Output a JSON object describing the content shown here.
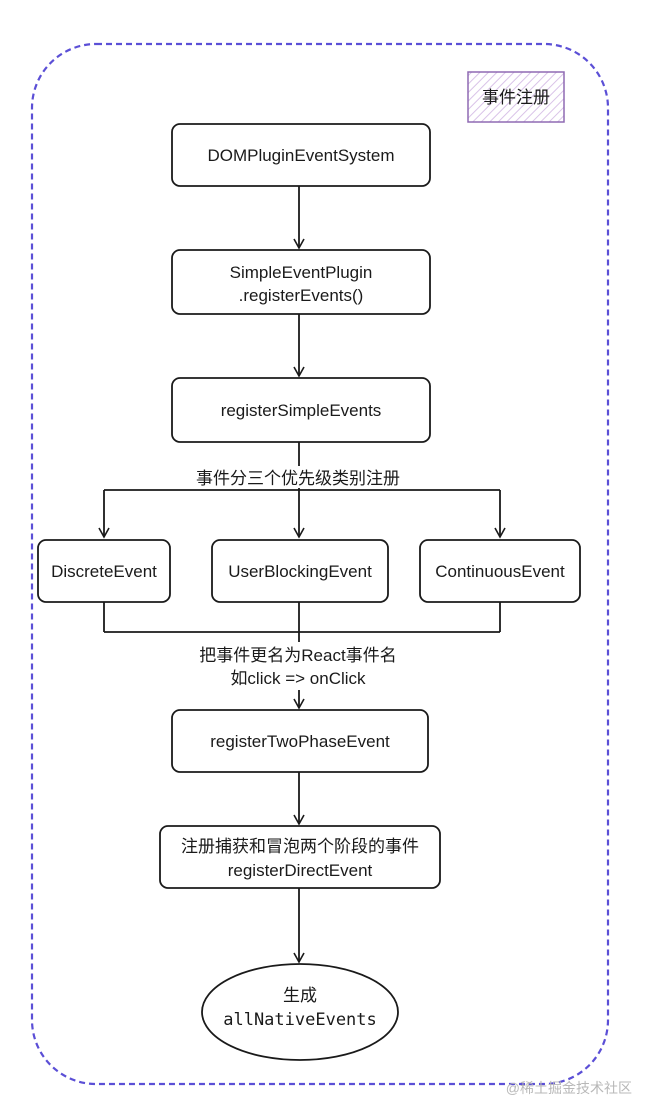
{
  "badge": {
    "label": "事件注册"
  },
  "nodes": {
    "dom_plugin": {
      "label": "DOMPluginEventSystem"
    },
    "simple_plugin": {
      "line1": "SimpleEventPlugin",
      "line2": ".registerEvents()"
    },
    "register_simple": {
      "label": "registerSimpleEvents"
    },
    "discrete": {
      "label": "DiscreteEvent"
    },
    "user_blocking": {
      "label": "UserBlockingEvent"
    },
    "continuous": {
      "label": "ContinuousEvent"
    },
    "register_two_phase": {
      "label": "registerTwoPhaseEvent"
    },
    "register_direct": {
      "line1": "注册捕获和冒泡两个阶段的事件",
      "line2": "registerDirectEvent"
    },
    "all_native": {
      "line1": "生成",
      "line2": "allNativeEvents"
    }
  },
  "edge_labels": {
    "priority": "事件分三个优先级类别注册",
    "rename_line1": "把事件更名为React事件名",
    "rename_line2": "如click => onClick"
  },
  "watermark": "@稀土掘金技术社区",
  "colors": {
    "frame": "#5b4fd6",
    "badge_border": "#8f6ab3",
    "badge_hatch": "#d9c3e8",
    "stroke": "#1a1a1a"
  }
}
